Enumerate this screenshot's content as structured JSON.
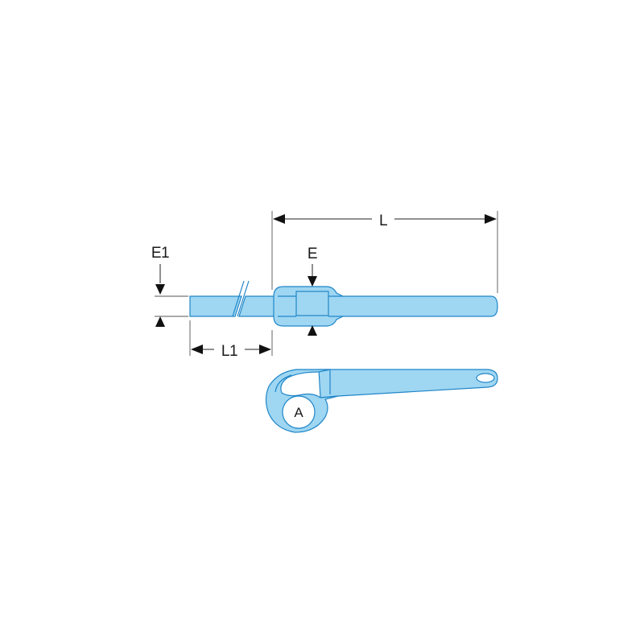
{
  "diagram": {
    "labels": {
      "overall_length": "L",
      "tip_length": "L1",
      "head_thickness": "E",
      "tip_thickness": "E1",
      "pipe_capacity": "A"
    },
    "colors": {
      "tool_fill": "#9fd6f2",
      "tool_outline": "#1f86c8",
      "dimension_lines": "#222222",
      "background": "#ffffff"
    }
  }
}
